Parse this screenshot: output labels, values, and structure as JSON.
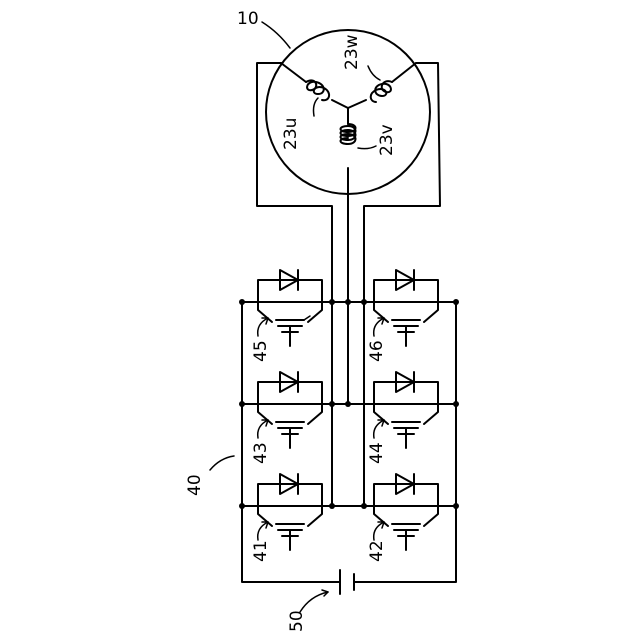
{
  "motor": {
    "ref": "10",
    "coils": {
      "u": "23u",
      "v": "23v",
      "w": "23w"
    }
  },
  "inverter": {
    "ref": "40",
    "switches": {
      "s41": "41",
      "s42": "42",
      "s43": "43",
      "s44": "44",
      "s45": "45",
      "s46": "46"
    }
  },
  "battery": {
    "ref": "50"
  }
}
